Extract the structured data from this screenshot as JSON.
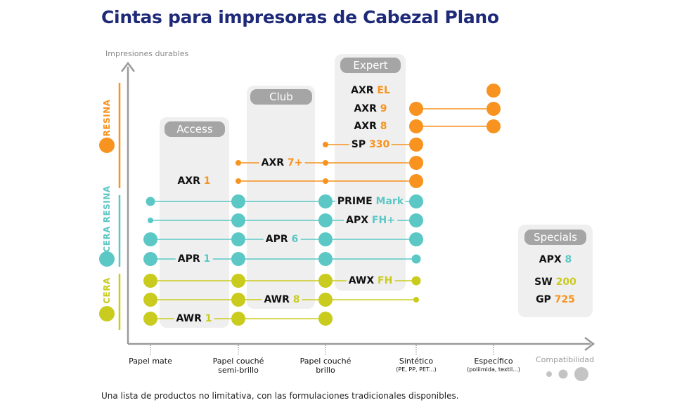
{
  "title": "Cintas para impresoras de Cabezal Plano",
  "y_axis_label": "Impresiones durables",
  "compat_label": "Compatibilidad",
  "footnote": "Una lista de productos no limitativa, con las formulaciones tradicionales disponibles.",
  "colors": {
    "resina": "#f7931e",
    "cera_resina": "#5bc8c6",
    "cera": "#c9cb1e",
    "title": "#1e2a78",
    "panel": "#efefef",
    "pill": "#a5a5a5"
  },
  "categories": [
    {
      "id": "resina",
      "label": "RESINA",
      "icon": "resin-icon"
    },
    {
      "id": "cera_resina",
      "label": "CERA RESINA",
      "icon": "wax-resin-icon"
    },
    {
      "id": "cera",
      "label": "CERA",
      "icon": "wax-icon"
    }
  ],
  "tiers": [
    {
      "label": "Access"
    },
    {
      "label": "Club"
    },
    {
      "label": "Expert"
    },
    {
      "label": "Specials"
    }
  ],
  "x_axis": [
    {
      "label": "Papel mate",
      "sub": ""
    },
    {
      "label": "Papel couché\nsemi-brillo",
      "sub": ""
    },
    {
      "label": "Papel couché\nbrillo",
      "sub": ""
    },
    {
      "label": "Sintético",
      "sub": "(PE, PP, PET...)"
    },
    {
      "label": "Específico",
      "sub": "(poliimida, textil...)"
    }
  ],
  "products": [
    {
      "prefix": "AXR",
      "suffix": "EL",
      "cat": "resina"
    },
    {
      "prefix": "AXR",
      "suffix": "9",
      "cat": "resina"
    },
    {
      "prefix": "AXR",
      "suffix": "8",
      "cat": "resina"
    },
    {
      "prefix": "SP",
      "suffix": "330",
      "cat": "resina"
    },
    {
      "prefix": "AXR",
      "suffix": "7+",
      "cat": "resina"
    },
    {
      "prefix": "AXR",
      "suffix": "1",
      "cat": "resina"
    },
    {
      "prefix": "PRIME",
      "suffix": "Mark",
      "cat": "cera_resina"
    },
    {
      "prefix": "APX",
      "suffix": "FH+",
      "cat": "cera_resina"
    },
    {
      "prefix": "APR",
      "suffix": "6",
      "cat": "cera_resina"
    },
    {
      "prefix": "APR",
      "suffix": "1",
      "cat": "cera_resina"
    },
    {
      "prefix": "AWX",
      "suffix": "FH",
      "cat": "cera"
    },
    {
      "prefix": "AWR",
      "suffix": "8",
      "cat": "cera"
    },
    {
      "prefix": "AWR",
      "suffix": "1",
      "cat": "cera"
    }
  ],
  "specials": [
    {
      "prefix": "APX",
      "suffix": "8",
      "cat": "cera_resina"
    },
    {
      "prefix": "SW",
      "suffix": "200",
      "cat": "cera"
    },
    {
      "prefix": "GP",
      "suffix": "725",
      "cat": "resina"
    }
  ],
  "compatibility_rows": [
    {
      "product": "AXR EL",
      "levels": [
        0,
        0,
        0,
        0,
        3
      ]
    },
    {
      "product": "AXR 9",
      "levels": [
        0,
        0,
        0,
        3,
        3
      ]
    },
    {
      "product": "AXR 8",
      "levels": [
        0,
        0,
        0,
        3,
        3
      ]
    },
    {
      "product": "SP 330",
      "levels": [
        0,
        0,
        1,
        3,
        0
      ]
    },
    {
      "product": "AXR 7+",
      "levels": [
        0,
        1,
        1,
        3,
        0
      ]
    },
    {
      "product": "AXR 1",
      "levels": [
        0,
        1,
        1,
        3,
        0
      ]
    },
    {
      "product": "PRIME Mark",
      "levels": [
        2,
        3,
        3,
        3,
        0
      ]
    },
    {
      "product": "APX FH+",
      "levels": [
        1,
        3,
        3,
        3,
        0
      ]
    },
    {
      "product": "APR 6",
      "levels": [
        3,
        3,
        3,
        3,
        0
      ]
    },
    {
      "product": "APR 1",
      "levels": [
        3,
        3,
        3,
        2,
        0
      ]
    },
    {
      "product": "AWX FH",
      "levels": [
        3,
        3,
        3,
        2,
        0
      ]
    },
    {
      "product": "AWR 8",
      "levels": [
        3,
        3,
        3,
        1,
        0
      ]
    },
    {
      "product": "AWR 1",
      "levels": [
        3,
        3,
        3,
        0,
        0
      ]
    }
  ]
}
